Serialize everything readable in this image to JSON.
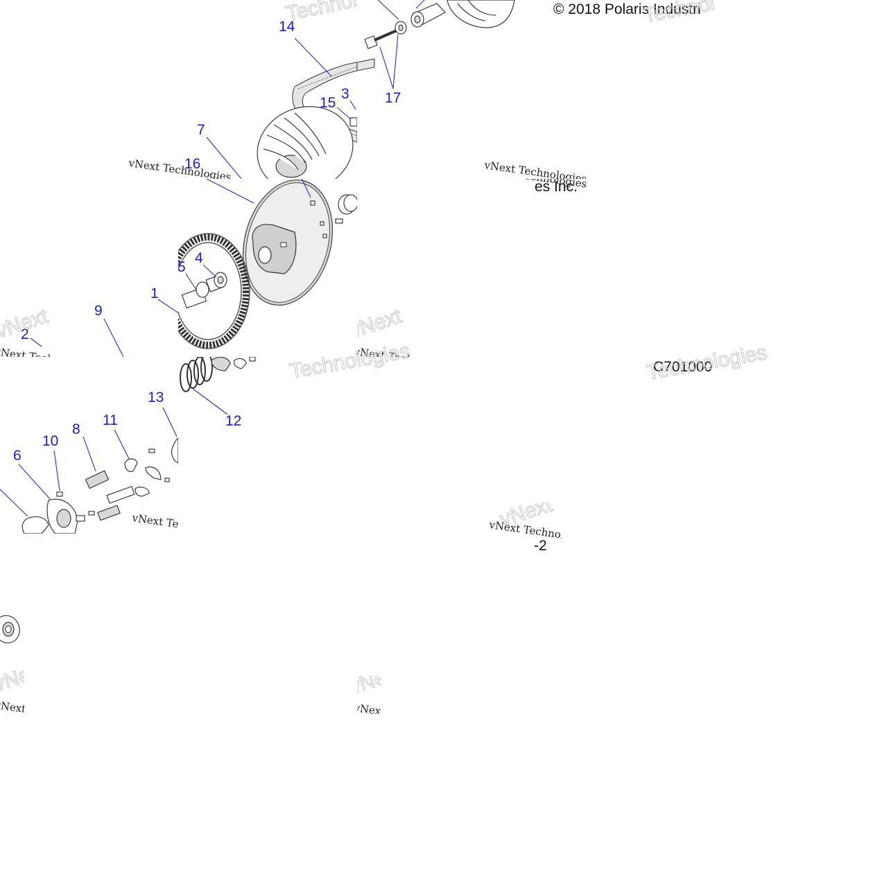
{
  "callouts": [
    {
      "id": "14",
      "label": "14"
    },
    {
      "id": "17",
      "label": "17"
    },
    {
      "id": "15",
      "label": "15"
    },
    {
      "id": "3",
      "label": "3"
    },
    {
      "id": "7",
      "label": "7"
    },
    {
      "id": "16",
      "label": "16"
    },
    {
      "id": "5",
      "label": "5"
    },
    {
      "id": "4",
      "label": "4"
    },
    {
      "id": "1",
      "label": "1"
    },
    {
      "id": "9",
      "label": "9"
    },
    {
      "id": "2",
      "label": "2"
    },
    {
      "id": "13",
      "label": "13"
    },
    {
      "id": "12",
      "label": "12"
    },
    {
      "id": "8",
      "label": "8"
    },
    {
      "id": "11",
      "label": "11"
    },
    {
      "id": "10",
      "label": "10"
    },
    {
      "id": "6",
      "label": "6"
    }
  ],
  "copyright_text": "© 2018 Polaris Industri",
  "copyright_fragment": "es Inc.",
  "diagram_code": "C701000",
  "diagram_code_fragment": "-2",
  "watermark": {
    "script": "vNext Technologies",
    "outline": "Technologies",
    "outline_short": "vNext"
  },
  "colors": {
    "callout": "#1a1ad8",
    "leader": "#2a2ad0",
    "line_art": "#3a3a3a",
    "background": "#ffffff"
  }
}
